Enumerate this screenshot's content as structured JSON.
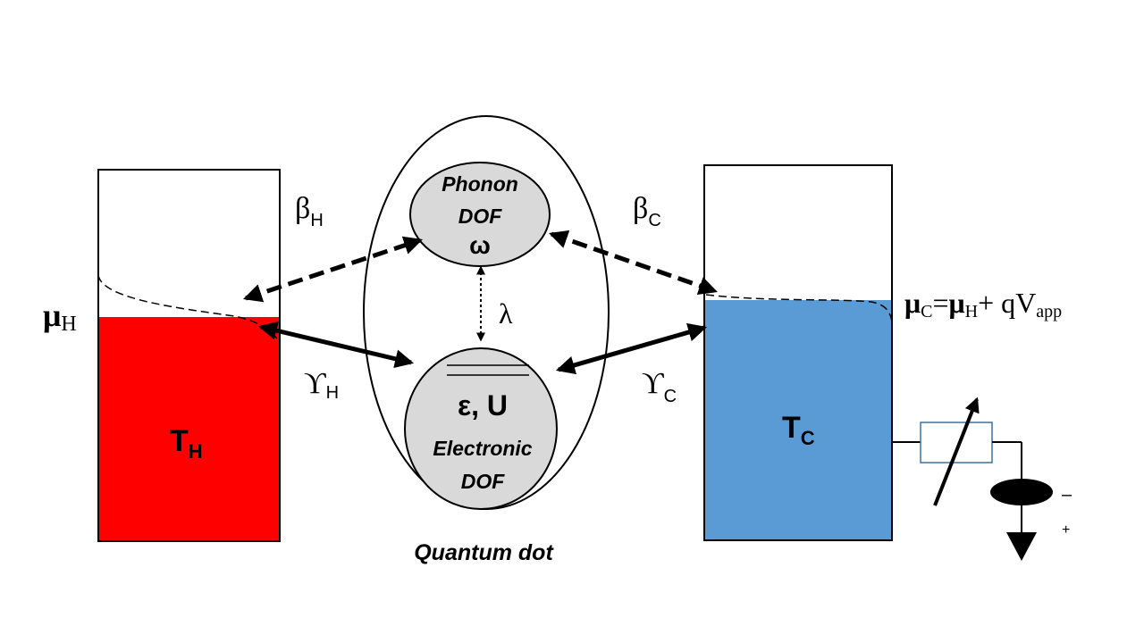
{
  "colors": {
    "hot_reservoir": "#ff0000",
    "cold_reservoir": "#5b9bd5",
    "node_fill": "#d9d9d9",
    "ink": "#000000",
    "resistor_stroke": "#41719c"
  },
  "hot": {
    "temp_main": "T",
    "temp_sub": "H",
    "mu_main": "μ",
    "mu_sub": "H"
  },
  "cold": {
    "temp_main": "T",
    "temp_sub": "C",
    "mu_main": "μ",
    "mu_sub": "C",
    "mu_eq": "=",
    "mu2_main": "μ",
    "mu2_sub": "H",
    "mu_plus": "+ qV",
    "mu_app": "app"
  },
  "couplings": {
    "beta_h_main": "β",
    "beta_h_sub": "H",
    "beta_c_main": "β",
    "beta_c_sub": "C",
    "gamma_h_main": "ϒ",
    "gamma_h_sub": "H",
    "gamma_c_main": "ϒ",
    "gamma_c_sub": "C",
    "lambda": "λ"
  },
  "quantum_dot": {
    "label": "Quantum dot",
    "phonon_line1": "Phonon",
    "phonon_line2": "DOF",
    "phonon_symbol": "ω",
    "electronic_symbol": "ε, U",
    "electronic_line1": "Electronic",
    "electronic_line2": "DOF"
  },
  "circuit": {
    "minus": "–",
    "plus": "+"
  }
}
